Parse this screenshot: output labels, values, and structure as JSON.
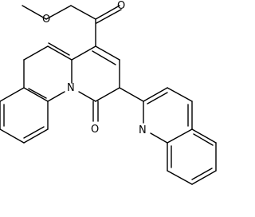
{
  "molecule": {
    "atoms": [
      {
        "id": "O1",
        "label": "O"
      },
      {
        "id": "O2",
        "label": "O"
      },
      {
        "id": "N1",
        "label": "N"
      },
      {
        "id": "O3",
        "label": "O"
      },
      {
        "id": "N2",
        "label": "N"
      }
    ],
    "colors": {
      "bond": "#000000",
      "label": "#000000",
      "background": "#ffffff"
    }
  }
}
